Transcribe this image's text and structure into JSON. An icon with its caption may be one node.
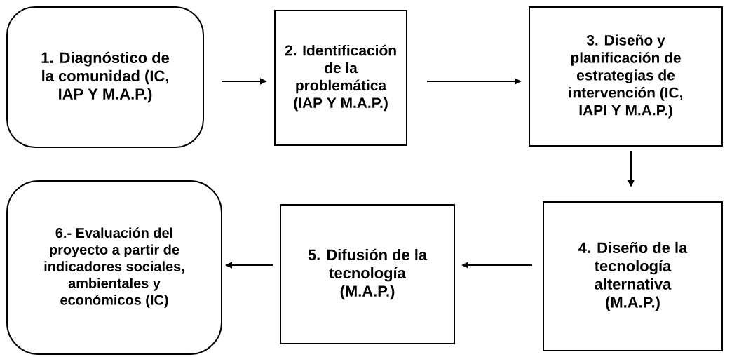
{
  "diagram": {
    "nodes": [
      {
        "text": [
          "1. Diagnóstico de la comunidad (IC, IAP Y M.A.P.)"
        ]
      },
      {
        "text": [
          "2. Identificación de la problemática (IAP Y M.A.P.)"
        ]
      },
      {
        "text": [
          "3. Diseño y planificación de estrategias de intervención (IC, IAPI Y M.A.P.)"
        ]
      },
      {
        "text": [
          "4. Diseño de la tecnología alternativa (M.A.P.)"
        ]
      },
      {
        "text": [
          "5. Difusión de la tecnología (M.A.P.)"
        ]
      },
      {
        "text": [
          "6.- Evaluación del proyecto a partir de indicadores sociales, ambientales y económicos (IC)"
        ]
      }
    ],
    "edges": [
      {
        "from": 0,
        "to": 1,
        "arrow": "to"
      },
      {
        "from": 1,
        "to": 2,
        "arrow": "to"
      },
      {
        "from": 2,
        "to": 3,
        "arrow": "to"
      },
      {
        "from": 3,
        "to": 4,
        "arrow": "to"
      },
      {
        "from": 4,
        "to": 5,
        "arrow": "to"
      }
    ]
  }
}
